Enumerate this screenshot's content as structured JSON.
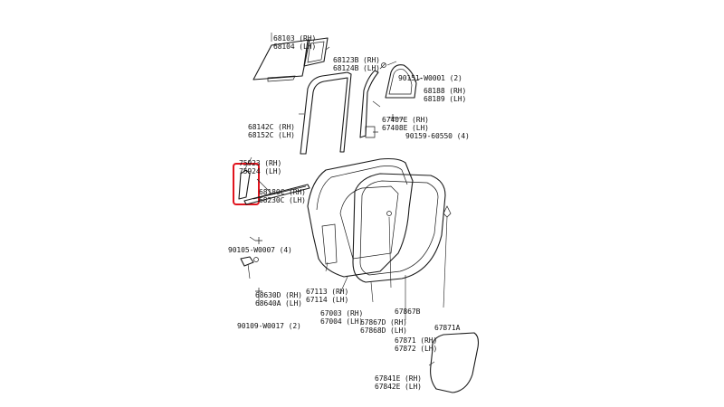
{
  "diagram": {
    "labels": {
      "glass": [
        "68103 (RH)",
        "68104 (LH)"
      ],
      "quarter": [
        "68123B (RH)",
        "68124B (LH)"
      ],
      "clip_a": [
        "90151-W0001 (2)"
      ],
      "weather_a": [
        "68188 (RH)",
        "68189 (LH)"
      ],
      "run": [
        "68142C (RH)",
        "68152C (LH)"
      ],
      "frame": [
        "67407E (RH)",
        "67408E (LH)"
      ],
      "screw_a": [
        "90159-60550 (4)"
      ],
      "garnish": [
        "75923 (RH)",
        "75924 (LH)"
      ],
      "belt": [
        "68180C (RH)",
        "68230C (LH)"
      ],
      "screw_b": [
        "90105-W0007 (4)"
      ],
      "hinge": [
        "68630D (RH)",
        "68640A (LH)"
      ],
      "bolt": [
        "90109-W0017 (2)"
      ],
      "panel": [
        "67113 (RH)",
        "67114 (LH)"
      ],
      "door": [
        "67003 (RH)",
        "67004 (LH)"
      ],
      "clip_b": [
        "67867B"
      ],
      "seal_a": [
        "67867D (RH)",
        "67868D (LH)"
      ],
      "weather_b": [
        "67871 (RH)",
        "67872 (LH)"
      ],
      "seal_b": [
        "67871A"
      ],
      "cover": [
        "67841E (RH)",
        "67842E (LH)"
      ]
    },
    "highlight_color": "#e0141e"
  }
}
